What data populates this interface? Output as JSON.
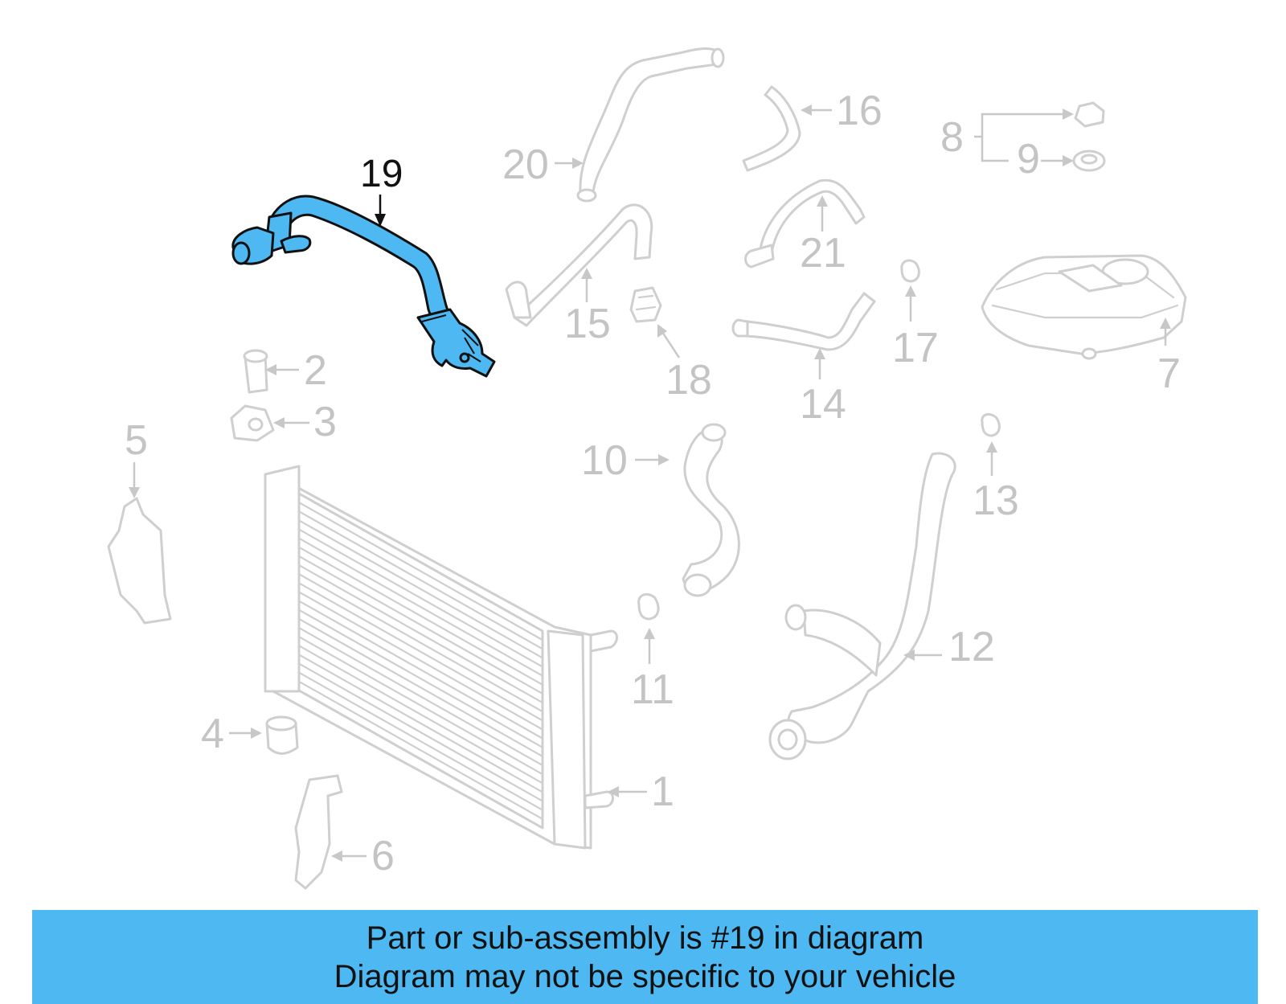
{
  "callouts": {
    "c1": "1",
    "c2": "2",
    "c3": "3",
    "c4": "4",
    "c5": "5",
    "c6": "6",
    "c7": "7",
    "c8": "8",
    "c9": "9",
    "c10": "10",
    "c11": "11",
    "c12": "12",
    "c13": "13",
    "c14": "14",
    "c15": "15",
    "c16": "16",
    "c17": "17",
    "c18": "18",
    "c19": "19",
    "c20": "20",
    "c21": "21"
  },
  "highlighted_part": "19",
  "colors": {
    "highlight": "#4db8f2",
    "banner": "#4db8f2",
    "parts": "#cfcfcf",
    "callout_text": "#c4c4c4"
  },
  "banner": {
    "line1": "Part or sub-assembly is #19 in diagram",
    "line2": "Diagram may not be specific to your vehicle"
  }
}
